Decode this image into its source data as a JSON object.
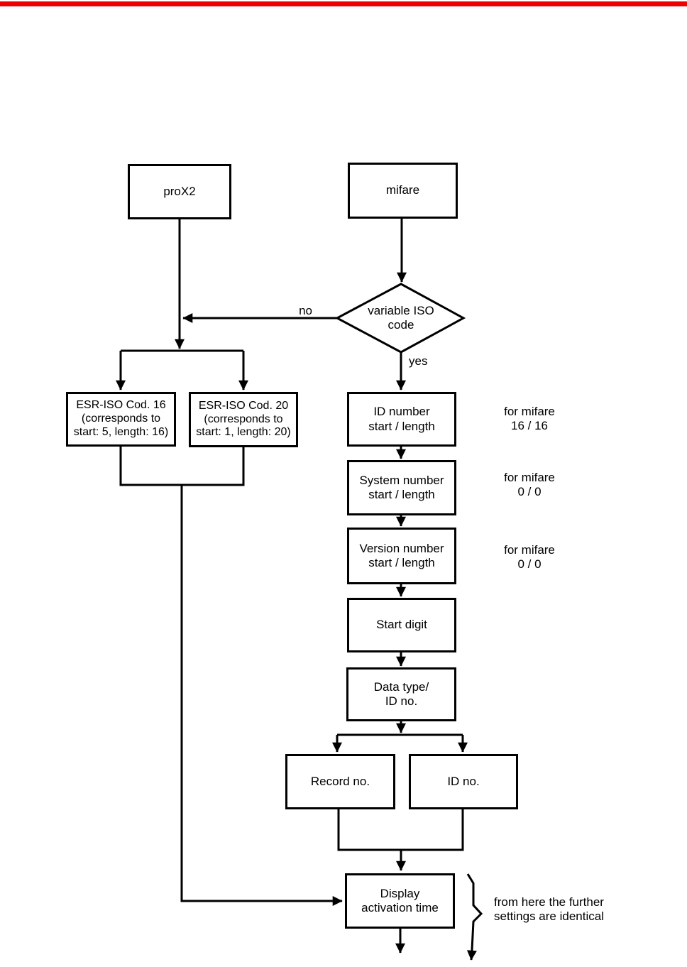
{
  "page": {
    "rule_color": "#ee0000",
    "background": "#ffffff",
    "line_color": "#000000"
  },
  "nodes": {
    "prox2": {
      "label": "proX2"
    },
    "mifare": {
      "label": "mifare"
    },
    "decision": {
      "label": "variable ISO\ncode"
    },
    "esr16": {
      "label": "ESR-ISO Cod. 16\n(corresponds to\nstart: 5, length: 16)"
    },
    "esr20": {
      "label": "ESR-ISO Cod. 20\n(corresponds to\nstart: 1, length: 20)"
    },
    "id_number": {
      "label": "ID number\nstart / length"
    },
    "system_number": {
      "label": "System number\nstart / length"
    },
    "version_number": {
      "label": "Version number\nstart / length"
    },
    "start_digit": {
      "label": "Start digit"
    },
    "data_type": {
      "label": "Data type/\nID no."
    },
    "record_no": {
      "label": "Record no."
    },
    "id_no": {
      "label": "ID no."
    },
    "display_activation": {
      "label": "Display\nactivation time"
    }
  },
  "edge_labels": {
    "no": "no",
    "yes": "yes"
  },
  "annotations": {
    "id_number_note": "for mifare\n16 / 16",
    "system_number_note": "for mifare\n0 / 0",
    "version_number_note": "for mifare\n0 / 0",
    "continuation_note": "from here the further\nsettings are identical"
  }
}
